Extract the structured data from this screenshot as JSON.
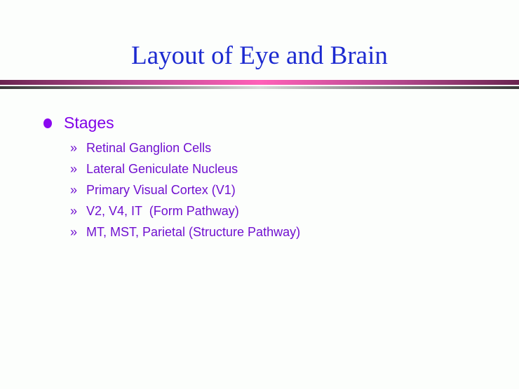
{
  "title": "Layout of Eye and Brain",
  "main_point": "Stages",
  "sub_bullet_glyph": "»",
  "items": [
    "Retinal Ganglion Cells",
    "Lateral Geniculate Nucleus",
    "Primary Visual Cortex (V1)",
    "V2, V4, IT  (Form Pathway)",
    "MT, MST, Parietal (Structure Pathway)"
  ],
  "colors": {
    "title": "#1c2ad0",
    "text": "#8000e8",
    "accent_bar": "#ff60b8"
  }
}
